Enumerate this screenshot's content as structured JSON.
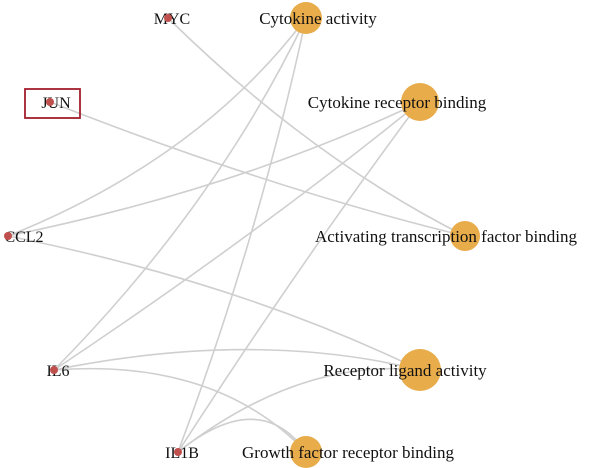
{
  "colors": {
    "edge": "#cfcfcf",
    "gene_node": "#c0504d",
    "term_node": "#e8ac4a",
    "highlight_box": "#a31f2e",
    "text": "#111111"
  },
  "genes": [
    {
      "id": "myc",
      "label": "MYC",
      "highlighted": false
    },
    {
      "id": "jun",
      "label": "JUN",
      "highlighted": true
    },
    {
      "id": "ccl2",
      "label": "CCL2",
      "highlighted": false
    },
    {
      "id": "il6",
      "label": "IL6",
      "highlighted": false
    },
    {
      "id": "il1b",
      "label": "IL1B",
      "highlighted": false
    }
  ],
  "terms": [
    {
      "id": "cytokine-activity",
      "label": "Cytokine activity"
    },
    {
      "id": "cytokine-receptor-binding",
      "label": "Cytokine receptor binding"
    },
    {
      "id": "activating-transcription-factor-binding",
      "label": "Activating transcription factor binding"
    },
    {
      "id": "receptor-ligand-activity",
      "label": "Receptor ligand activity"
    },
    {
      "id": "growth-factor-receptor-binding",
      "label": "Growth factor receptor binding"
    }
  ],
  "edges": [
    [
      "myc",
      "activating-transcription-factor-binding"
    ],
    [
      "jun",
      "activating-transcription-factor-binding"
    ],
    [
      "ccl2",
      "cytokine-activity"
    ],
    [
      "ccl2",
      "cytokine-receptor-binding"
    ],
    [
      "ccl2",
      "receptor-ligand-activity"
    ],
    [
      "il6",
      "cytokine-activity"
    ],
    [
      "il6",
      "cytokine-receptor-binding"
    ],
    [
      "il6",
      "receptor-ligand-activity"
    ],
    [
      "il6",
      "growth-factor-receptor-binding"
    ],
    [
      "il1b",
      "cytokine-activity"
    ],
    [
      "il1b",
      "cytokine-receptor-binding"
    ],
    [
      "il1b",
      "receptor-ligand-activity"
    ],
    [
      "il1b",
      "growth-factor-receptor-binding"
    ]
  ]
}
